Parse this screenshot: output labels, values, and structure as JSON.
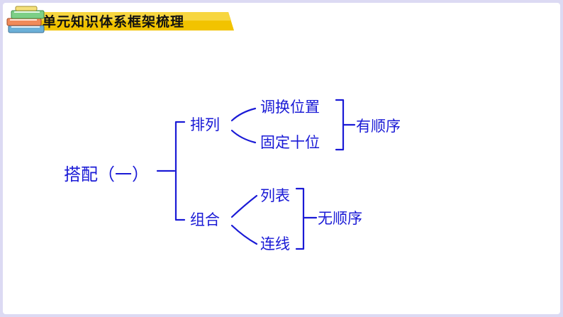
{
  "header": {
    "title": "单元知识体系框架梳理"
  },
  "diagram": {
    "root": "搭配（一）",
    "branches": [
      {
        "label": "排列",
        "children": [
          "调换位置",
          "固定十位"
        ],
        "summary": "有顺序"
      },
      {
        "label": "组合",
        "children": [
          "列表",
          "连线"
        ],
        "summary": "无顺序"
      }
    ]
  },
  "colors": {
    "accent": "#1a1ad6",
    "header_bar": "#f2c300",
    "background": "#dcdaf3"
  },
  "icons": [
    "book-stack-icon"
  ]
}
